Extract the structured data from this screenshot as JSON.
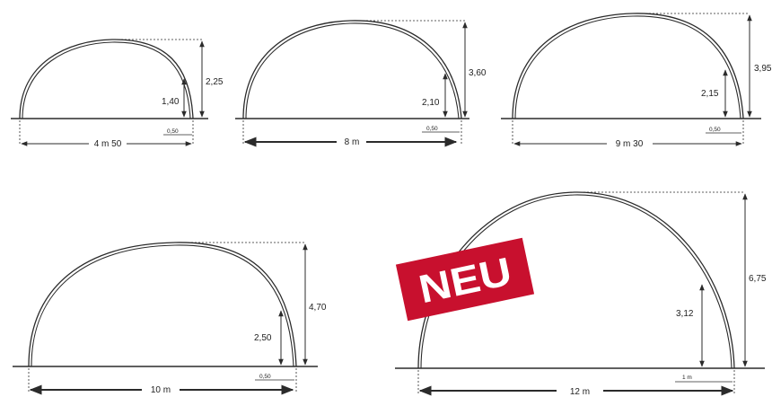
{
  "diagrams": [
    {
      "height_label": "2,25",
      "inner_height_label": "1,40",
      "offset_label": "0,50",
      "width_label": "4 m 50"
    },
    {
      "height_label": "3,60",
      "inner_height_label": "2,10",
      "offset_label": "0,50",
      "width_label": "8 m"
    },
    {
      "height_label": "3,95",
      "inner_height_label": "2,15",
      "offset_label": "0,50",
      "width_label": "9 m 30"
    },
    {
      "height_label": "4,70",
      "inner_height_label": "2,50",
      "offset_label": "0,50",
      "width_label": "10 m"
    },
    {
      "height_label": "6,75",
      "inner_height_label": "3,12",
      "offset_label": "1 m",
      "width_label": "12 m"
    }
  ],
  "badge": {
    "text": "NEU",
    "color": "#c8102e"
  },
  "colors": {
    "line": "#2b2b2b",
    "badge": "#c8102e"
  }
}
